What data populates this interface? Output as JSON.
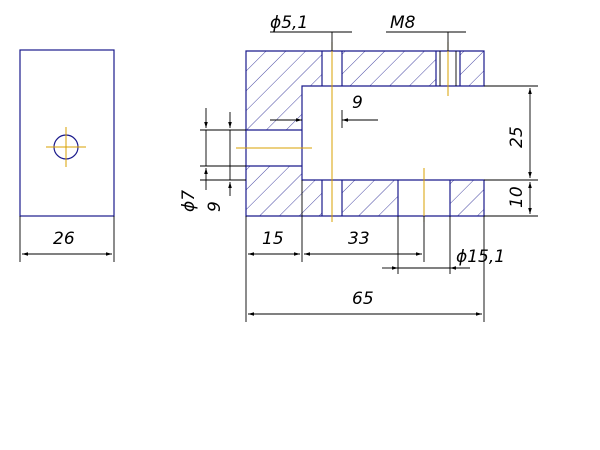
{
  "side_view": {
    "width_label": "26"
  },
  "section_view": {
    "labels": {
      "d5_1": "ϕ5,1",
      "m8": "M8",
      "slot_depth": "9",
      "slot_height": "25",
      "bottom_thickness": "10",
      "d7": "ϕ7",
      "left_9": "9",
      "d15_1": "ϕ15,1",
      "dim_15": "15",
      "dim_33": "33",
      "dim_65": "65"
    }
  },
  "colors": {
    "outline": "#1a1a8c",
    "centerline": "#d9a000",
    "dimension": "#000000"
  }
}
